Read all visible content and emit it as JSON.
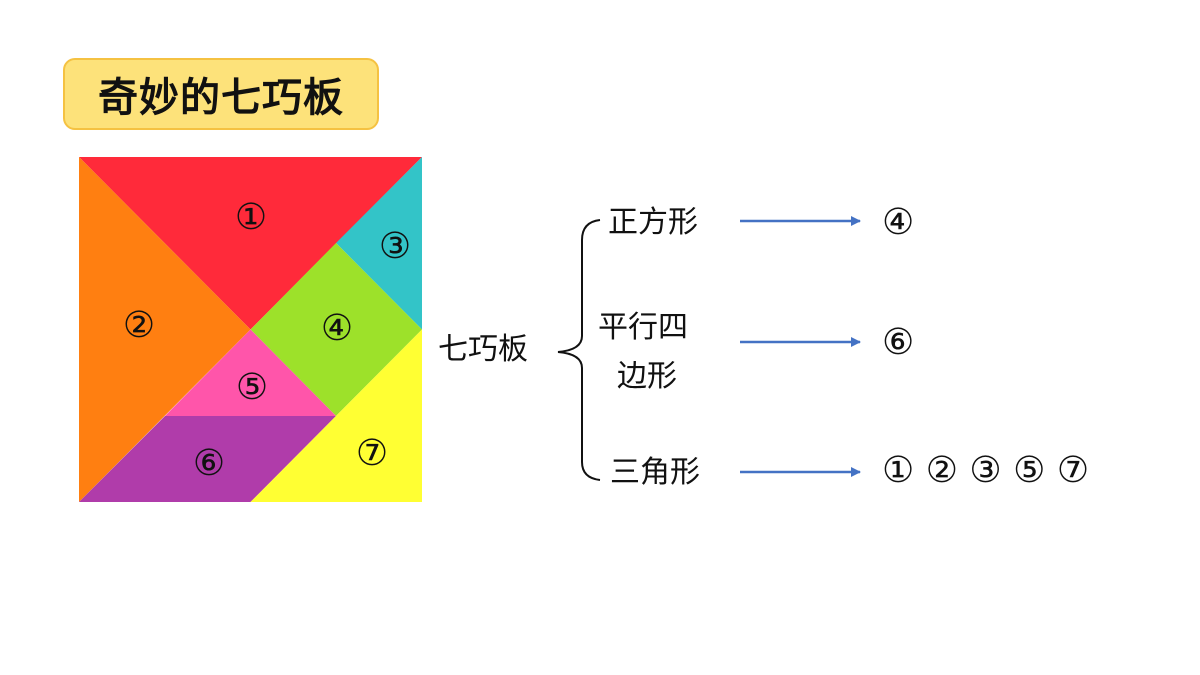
{
  "title": "奇妙的七巧板",
  "tangram": {
    "pieces": [
      {
        "id": "piece-1",
        "label": "①",
        "color": "#ff2a3a"
      },
      {
        "id": "piece-2",
        "label": "②",
        "color": "#ff7f11"
      },
      {
        "id": "piece-3",
        "label": "③",
        "color": "#33c4c8"
      },
      {
        "id": "piece-4",
        "label": "④",
        "color": "#9de12a"
      },
      {
        "id": "piece-5",
        "label": "⑤",
        "color": "#ff55aa"
      },
      {
        "id": "piece-6",
        "label": "⑥",
        "color": "#b03caa"
      },
      {
        "id": "piece-7",
        "label": "⑦",
        "color": "#ffff33"
      }
    ]
  },
  "tree": {
    "root": "七巧板",
    "branches": [
      {
        "label": "正方形",
        "result": "④"
      },
      {
        "label_line1": "平行四",
        "label_line2": "边形",
        "result": "⑥"
      },
      {
        "label": "三角形",
        "result": "① ② ③ ⑤ ⑦"
      }
    ],
    "arrow_color": "#4472c4"
  }
}
